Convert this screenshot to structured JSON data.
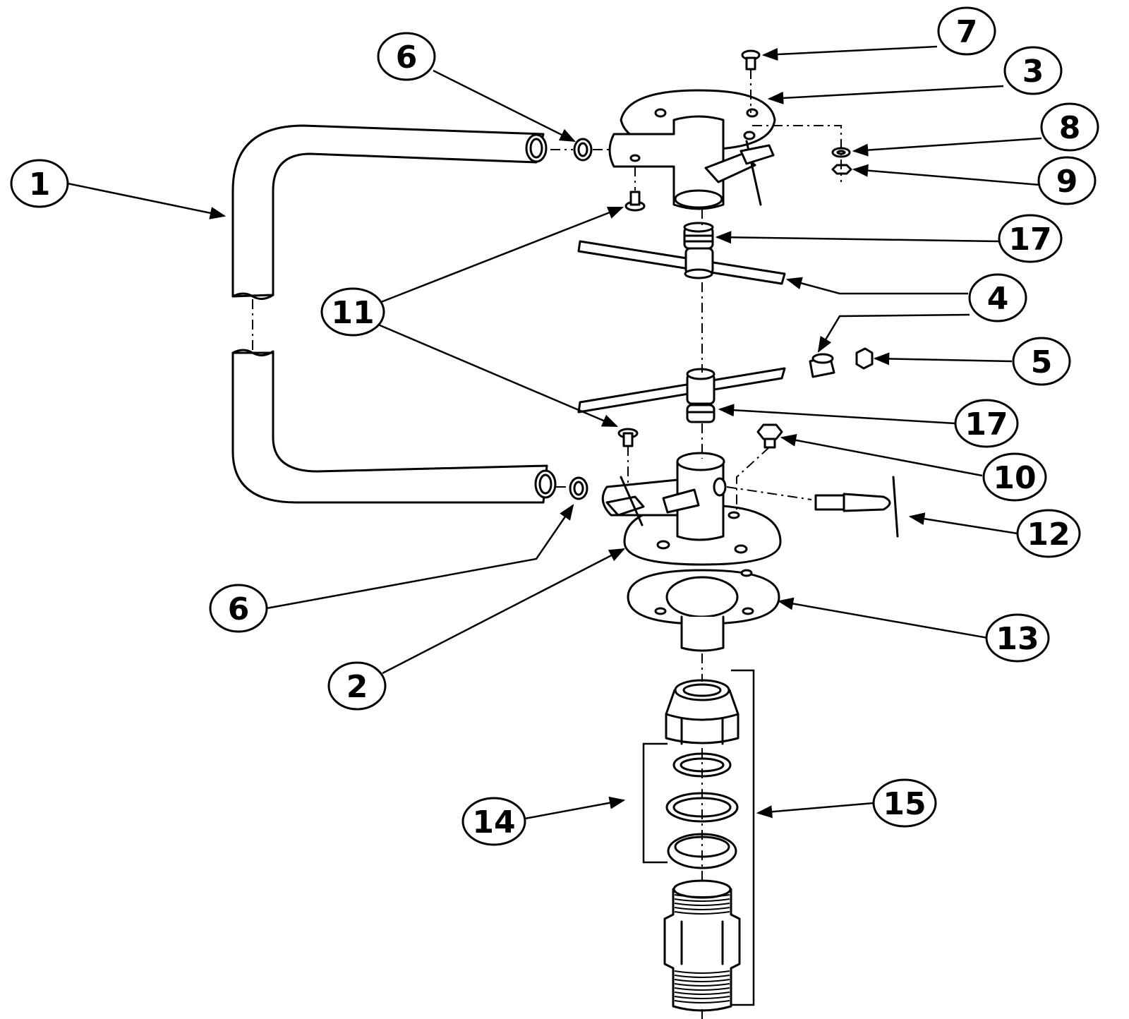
{
  "colors": {
    "ink": "#000000",
    "paper": "#ffffff",
    "shade": "#7a7a7a"
  },
  "callouts": [
    {
      "id": "c1",
      "label": "1"
    },
    {
      "id": "c2",
      "label": "2"
    },
    {
      "id": "c3",
      "label": "3"
    },
    {
      "id": "c4a",
      "label": "4"
    },
    {
      "id": "c5",
      "label": "5"
    },
    {
      "id": "c6a",
      "label": "6"
    },
    {
      "id": "c6b",
      "label": "6"
    },
    {
      "id": "c7",
      "label": "7"
    },
    {
      "id": "c8",
      "label": "8"
    },
    {
      "id": "c9",
      "label": "9"
    },
    {
      "id": "c10",
      "label": "10"
    },
    {
      "id": "c11",
      "label": "11"
    },
    {
      "id": "c12",
      "label": "12"
    },
    {
      "id": "c13",
      "label": "13"
    },
    {
      "id": "c14",
      "label": "14"
    },
    {
      "id": "c15",
      "label": "15"
    },
    {
      "id": "c17a",
      "label": "17"
    },
    {
      "id": "c17b",
      "label": "17"
    }
  ]
}
